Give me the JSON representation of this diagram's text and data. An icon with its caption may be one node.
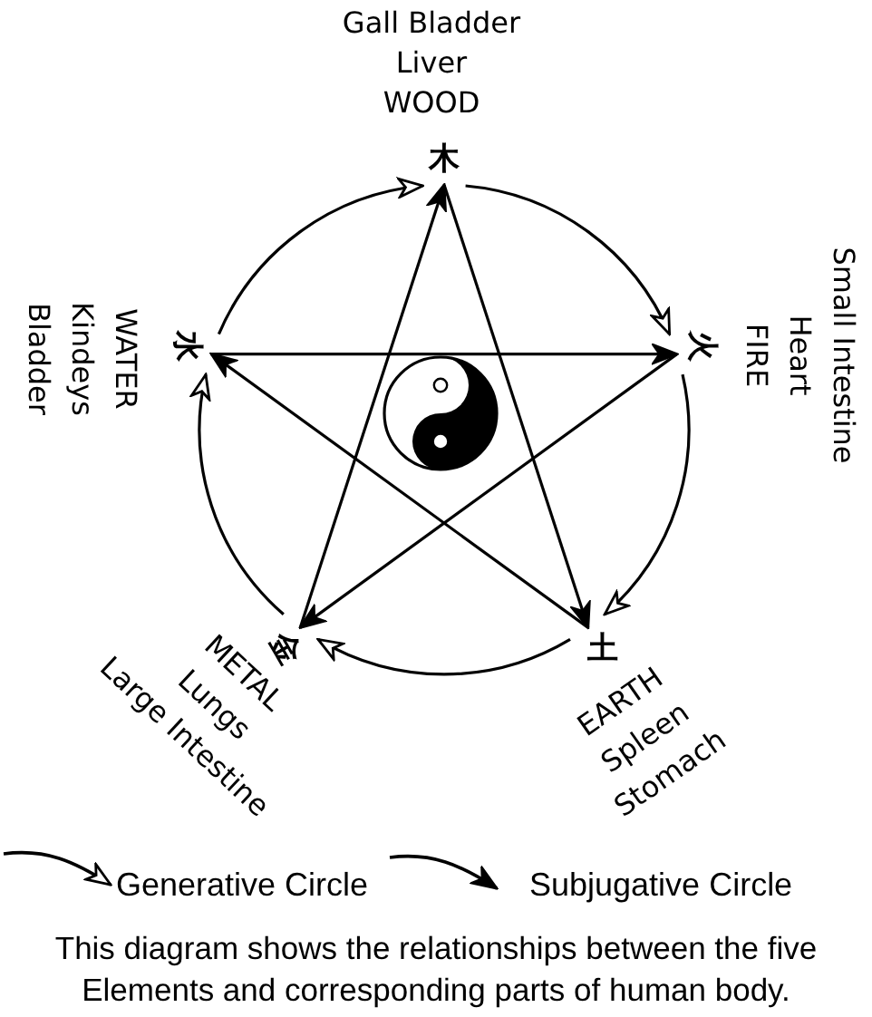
{
  "diagram": {
    "caption": "This diagram shows the relationships between the five Elements and corresponding parts of human body.",
    "nodes": [
      {
        "text": [
          "木"
        ],
        "beside": [
          "Gall Bladder",
          "Liver",
          "WOOD"
        ]
      },
      {
        "text": [
          "火"
        ],
        "beside": [
          "Small Intestine",
          "Heart",
          "FIRE"
        ]
      },
      {
        "text": [
          "土"
        ],
        "beside": [
          "EARTH",
          "Spleen",
          "Stomach"
        ]
      },
      {
        "text": [
          "金"
        ],
        "beside": [
          "METAL",
          "Lungs",
          "Large Intestine"
        ]
      },
      {
        "text": [
          "水"
        ],
        "beside": [
          "WATER",
          "Kindeys",
          "Bladder"
        ]
      }
    ],
    "edges": [
      {
        "from": 0,
        "to": 1,
        "arrow": "to"
      },
      {
        "from": 1,
        "to": 2,
        "arrow": "to"
      },
      {
        "from": 2,
        "to": 3,
        "arrow": "to"
      },
      {
        "from": 3,
        "to": 4,
        "arrow": "to"
      },
      {
        "from": 4,
        "to": 0,
        "arrow": "to"
      },
      {
        "from": 0,
        "to": 2,
        "arrow": "to"
      },
      {
        "from": 2,
        "to": 4,
        "arrow": "to"
      },
      {
        "from": 4,
        "to": 1,
        "arrow": "to"
      },
      {
        "from": 1,
        "to": 3,
        "arrow": "to"
      },
      {
        "from": 3,
        "to": 0,
        "arrow": "to"
      }
    ],
    "legend": [
      {
        "text": "Generative Circle"
      },
      {
        "text": "Subjugative Circle"
      }
    ]
  }
}
